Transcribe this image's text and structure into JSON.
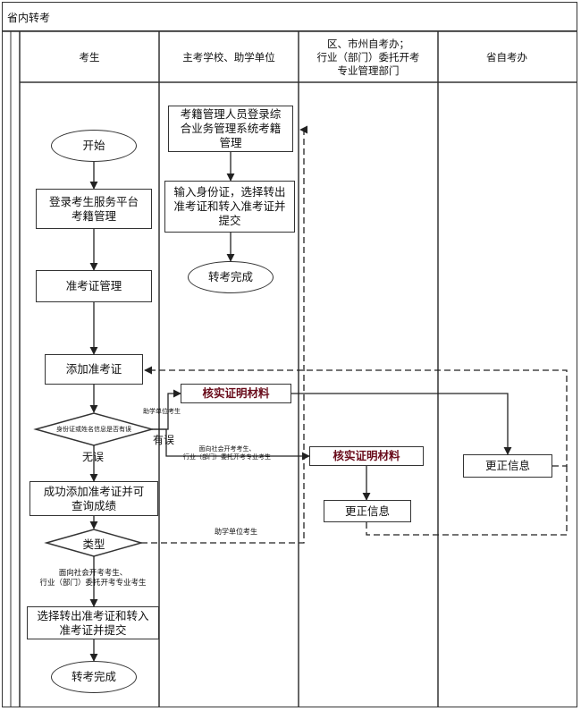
{
  "title": "省内转考",
  "lanes": [
    {
      "label": "考生"
    },
    {
      "label": "主考学校、助学单位"
    },
    {
      "label": "区、市州自考办；\n行业（部门）委托开考\n专业管理部门"
    },
    {
      "label": "省自考办"
    }
  ],
  "nodes": {
    "start": "开始",
    "login": "登录考生服务平台\n考籍管理",
    "ticket_mgmt": "准考证管理",
    "add_ticket": "添加准考证",
    "decision_info": "身份证或姓名信息是否有误",
    "success": "成功添加准考证并可\n查询成绩",
    "decision_type": "类型",
    "select_transfer": "选择转出准考证和转入\n准考证并提交",
    "end_student": "转考完成",
    "school_login": "考籍管理人员登录综\n合业务管理系统考籍\n管理",
    "school_input": "输入身份证，选择转出\n准考证和转入准考证并\n提交",
    "end_school": "转考完成",
    "verify_school": "核实证明材料",
    "verify_region": "核实证明材料",
    "correct_region": "更正信息",
    "correct_province": "更正信息"
  },
  "edge_labels": {
    "has_error": "有误",
    "no_error": "无误",
    "assist_student_1": "助学单位考生",
    "social_student": "面向社会开考考生、\n行业（部门）委托开考专业考生",
    "assist_student_2": "助学单位考生",
    "social_student_2": "面向社会开考考生、\n行业（部门）委托开考专业考生"
  }
}
